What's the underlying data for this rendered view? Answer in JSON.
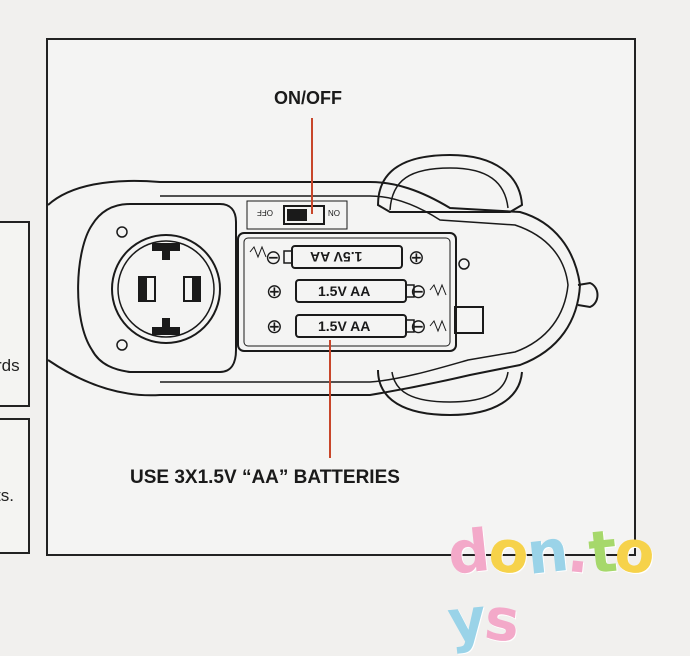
{
  "labels": {
    "switch_title": "ON/OFF",
    "switch_off": "OFF",
    "switch_on": "ON",
    "instruction": "USE 3X1.5V “AA” BATTERIES"
  },
  "batteries": [
    {
      "label": "1.5V AA",
      "plus": "⊕",
      "minus": "⊖"
    },
    {
      "label": "1.5V AA",
      "plus": "⊕",
      "minus": "⊖"
    },
    {
      "label": "1.5V AA",
      "plus": "⊕",
      "minus": "⊖"
    }
  ],
  "left_fragments": {
    "box1_text": "rds",
    "box2_text": "ts."
  },
  "watermark": {
    "text": "don.toys",
    "colors": [
      "#f3a9c9",
      "#f6d24a",
      "#9ad3e8",
      "#f3a9c9",
      "#a6d86b",
      "#f6d24a",
      "#9ad3e8",
      "#f3a9c9"
    ]
  },
  "colors": {
    "line": "#1a1a1a",
    "pointer": "#c8462a",
    "background": "#f1f0ee"
  }
}
